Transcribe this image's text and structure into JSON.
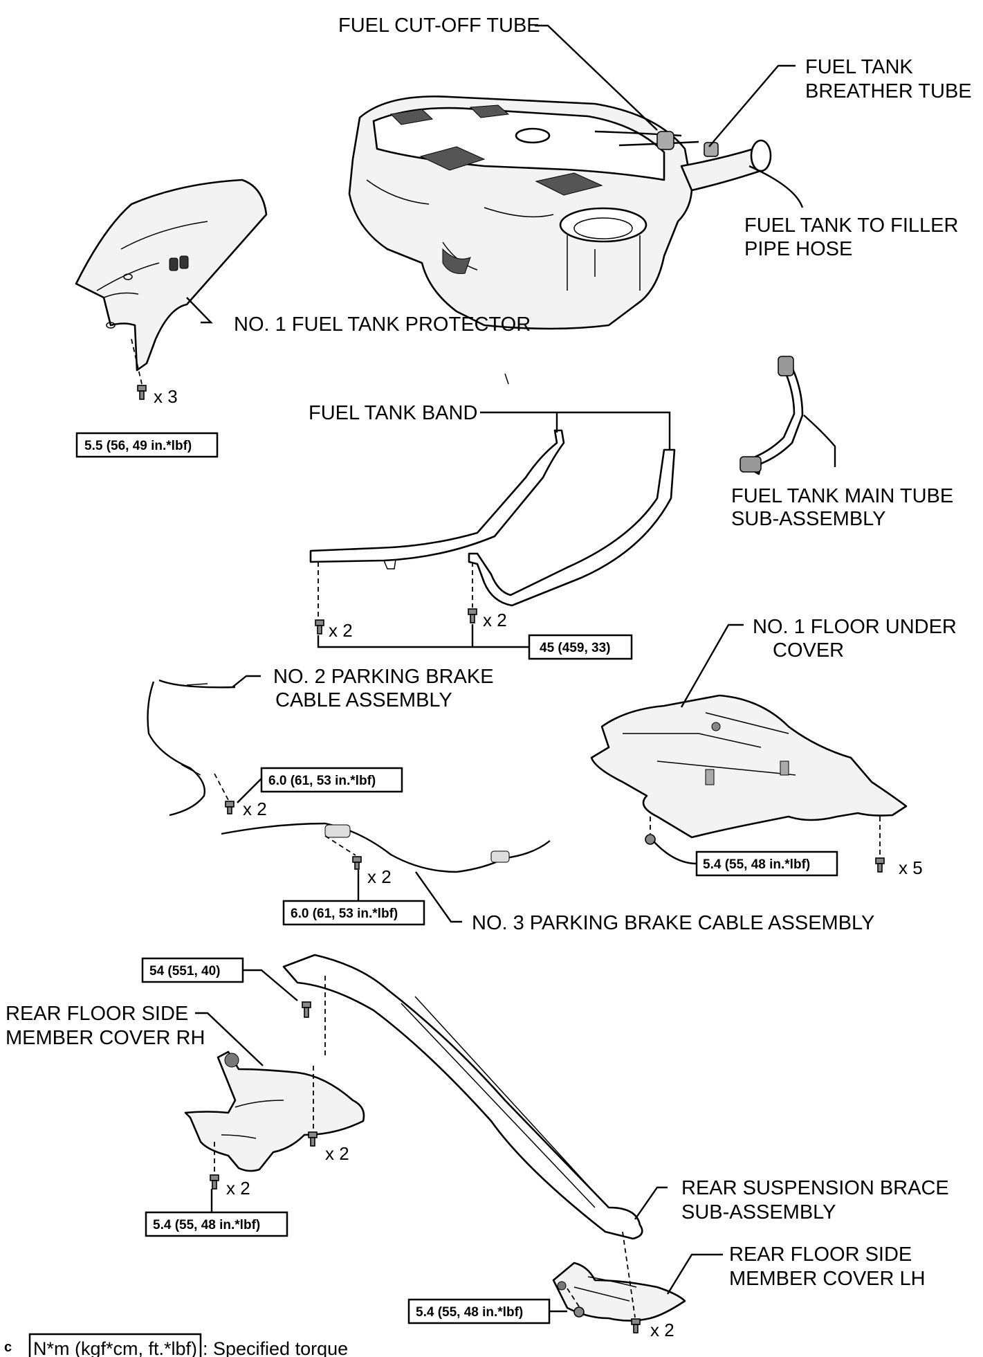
{
  "labels": {
    "fuel_cut_off_tube": "FUEL CUT-OFF TUBE",
    "breather_tube_1": "FUEL TANK",
    "breather_tube_2": "BREATHER TUBE",
    "filler_hose_1": "FUEL TANK TO FILLER",
    "filler_hose_2": "PIPE HOSE",
    "tank_protector": "NO. 1 FUEL TANK PROTECTOR",
    "tank_band": "FUEL TANK BAND",
    "main_tube_1": "FUEL TANK MAIN TUBE",
    "main_tube_2": "SUB-ASSEMBLY",
    "floor_cover_1": "NO. 1 FLOOR UNDER",
    "floor_cover_2": "COVER",
    "pb_cable2_1": "NO. 2 PARKING BRAKE",
    "pb_cable2_2": "CABLE ASSEMBLY",
    "pb_cable3": "NO. 3 PARKING BRAKE CABLE ASSEMBLY",
    "cover_rh_1": "REAR FLOOR SIDE",
    "cover_rh_2": "MEMBER COVER RH",
    "brace_1": "REAR SUSPENSION BRACE",
    "brace_2": "SUB-ASSEMBLY",
    "cover_lh_1": "REAR FLOOR SIDE",
    "cover_lh_2": "MEMBER COVER LH"
  },
  "torques": {
    "protector": "5.5 (56, 49 in.*lbf)",
    "band": "45 (459, 33)",
    "cable_upper": "6.0 (61, 53 in.*lbf)",
    "cable_lower": "6.0 (61, 53 in.*lbf)",
    "floor_cover": "5.4 (55, 48 in.*lbf)",
    "brace": "54 (551, 40)",
    "cover_rh": "5.4 (55, 48 in.*lbf)",
    "cover_lh": "5.4 (55, 48 in.*lbf)"
  },
  "quantities": {
    "protector": "x 3",
    "band_left": "x 2",
    "band_right": "x 2",
    "cable_upper": "x 2",
    "cable_lower": "x 2",
    "floor_cover": "x 5",
    "cover_rh_inner": "x 2",
    "cover_rh_outer": "x 2",
    "cover_lh": "x 2"
  },
  "legend": {
    "unit": "N*m (kgf*cm, ft.*lbf)",
    "text": ": Specified torque"
  },
  "corner_mark": "c"
}
